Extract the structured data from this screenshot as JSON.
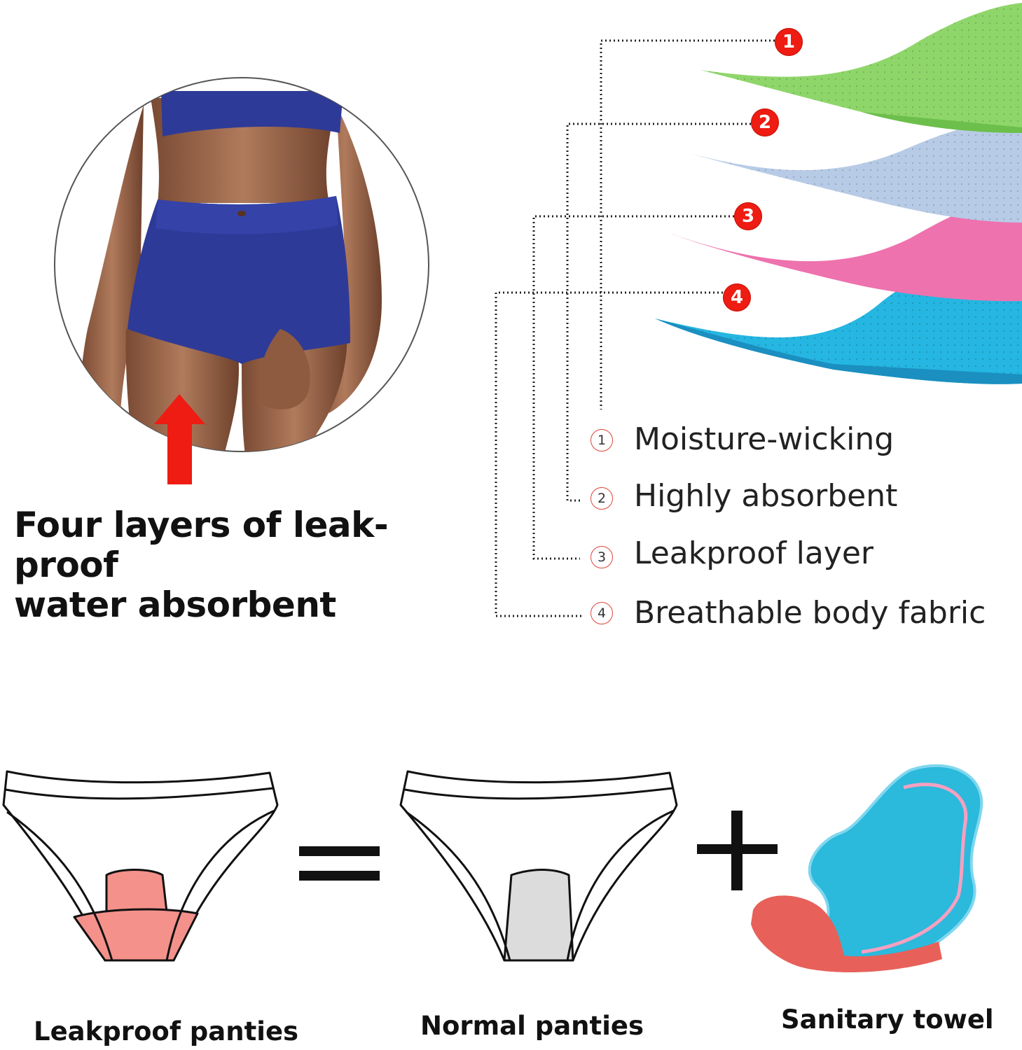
{
  "headline": {
    "line1": "Four layers of leak-proof",
    "line2": "water absorbent"
  },
  "layers": [
    {
      "number": "1",
      "label": "Moisture-wicking",
      "color": "#8fd66a"
    },
    {
      "number": "2",
      "label": "Highly absorbent",
      "color": "#b7cbe6"
    },
    {
      "number": "3",
      "label": "Leakproof layer",
      "color": "#ec5fa3"
    },
    {
      "number": "4",
      "label": "Breathable body fabric",
      "color": "#25b6e1"
    }
  ],
  "comparison": {
    "operator_equals": "=",
    "operator_plus": "+",
    "captions": [
      "Leakproof panties",
      "Normal panties",
      "Sanitary towel"
    ]
  },
  "colors": {
    "badge": "#ee1c12",
    "arrow": "#ee1c12",
    "shorts": "#2e3a97",
    "leakproof_gusset": "#f4918b",
    "normal_gusset": "#dcdcdc",
    "towel_blue": "#2bb9dc",
    "towel_red": "#e8605a"
  },
  "icons": {
    "arrow": "up-arrow-icon",
    "equals": "equals-icon",
    "plus": "plus-icon"
  }
}
